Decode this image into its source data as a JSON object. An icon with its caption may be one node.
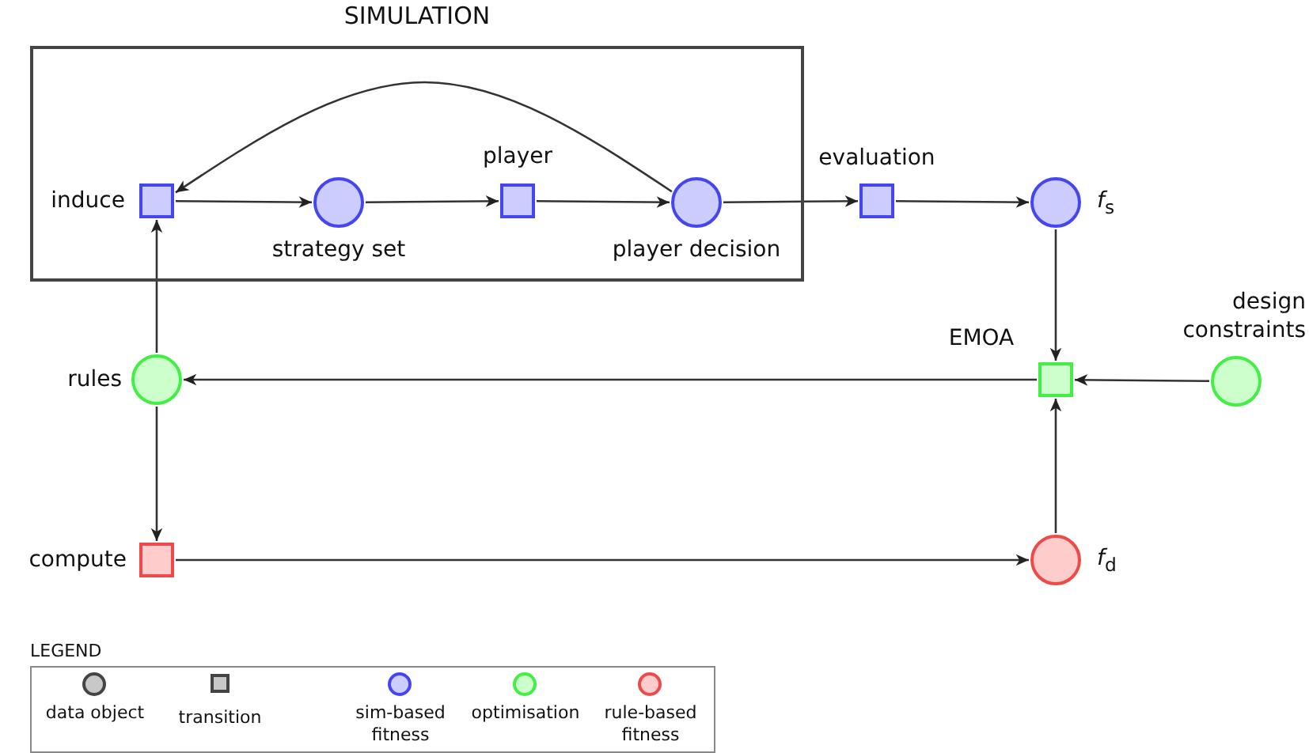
{
  "diagram": {
    "nodes": [
      {
        "text": [
          "SIMULATION"
        ]
      },
      {
        "text": [],
        "shape": "box",
        "beside": [
          "induce"
        ],
        "in": 0
      },
      {
        "text": [],
        "shape": "circle",
        "beside": [
          "strategy set"
        ],
        "in": 0
      },
      {
        "text": [],
        "shape": "box",
        "beside": [
          "player"
        ],
        "in": 0
      },
      {
        "text": [],
        "shape": "circle",
        "beside": [
          "player decision"
        ],
        "in": 0
      },
      {
        "text": [],
        "shape": "box",
        "beside": [
          "evaluation"
        ]
      },
      {
        "text": [],
        "shape": "circle",
        "beside": [
          "*f*$_{s}$"
        ]
      },
      {
        "text": [],
        "shape": "box",
        "beside": [
          "EMOA"
        ]
      },
      {
        "text": [],
        "shape": "circle",
        "beside": [
          "design constraints"
        ]
      },
      {
        "text": [],
        "shape": "circle",
        "beside": [
          "rules"
        ]
      },
      {
        "text": [],
        "shape": "box",
        "beside": [
          "compute"
        ]
      },
      {
        "text": [],
        "shape": "circle",
        "beside": [
          "*f*$_{d}$"
        ]
      }
    ],
    "edges": [
      {
        "from": 1,
        "to": 2,
        "arrow": "to"
      },
      {
        "from": 2,
        "to": 3,
        "arrow": "to"
      },
      {
        "from": 3,
        "to": 4,
        "arrow": "to"
      },
      {
        "from": 4,
        "to": 1,
        "arrow": "to"
      },
      {
        "from": 4,
        "to": 5,
        "arrow": "to"
      },
      {
        "from": 5,
        "to": 6,
        "arrow": "to"
      },
      {
        "from": 6,
        "to": 7,
        "arrow": "to"
      },
      {
        "from": 8,
        "to": 7,
        "arrow": "to"
      },
      {
        "from": 7,
        "to": 9,
        "arrow": "to"
      },
      {
        "from": 9,
        "to": 1,
        "arrow": "to"
      },
      {
        "from": 9,
        "to": 10,
        "arrow": "to"
      },
      {
        "from": 10,
        "to": 11,
        "arrow": "to"
      },
      {
        "from": 11,
        "to": 7,
        "arrow": "to"
      }
    ],
    "labels": [
      "LEGEND"
    ],
    "legend": [
      {
        "text": "data object"
      },
      {
        "text": "transition"
      },
      {
        "text": "sim-based fitness",
        "color": "#ccccff"
      },
      {
        "text": "optimisation",
        "color": "#ccffcc"
      },
      {
        "text": "rule-based fitness",
        "color": "#ffcccc"
      }
    ]
  }
}
